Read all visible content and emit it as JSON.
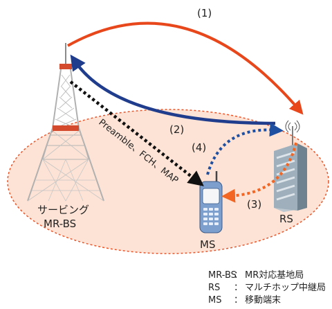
{
  "labels": {
    "arrow1": "(1)",
    "arrow2": "(2)",
    "arrow3": "(3)",
    "arrow4": "(4)",
    "dotted_message": "Preamble、FCH、MAP",
    "bs_line1": "サービング",
    "bs_line2": "MR-BS",
    "rs": "RS",
    "ms": "MS"
  },
  "legend": [
    {
      "term": "MR-BS",
      "sep": "：",
      "desc": "MR対応基地局"
    },
    {
      "term": "RS",
      "sep": "：",
      "desc": "マルチホップ中継局"
    },
    {
      "term": "MS",
      "sep": "：",
      "desc": "移動端末"
    }
  ],
  "colors": {
    "arrow1": "#e8471c",
    "arrow2": "#1f3d8c",
    "arrow3": "#f26522",
    "arrow4": "#1f4fa0",
    "dotted_message": "#111111",
    "cell_fill": "#fde1d2",
    "cell_border": "#e8552a",
    "tower": "#c0392b",
    "building": "#8fa0ad",
    "phone": "#6a8fbf"
  }
}
